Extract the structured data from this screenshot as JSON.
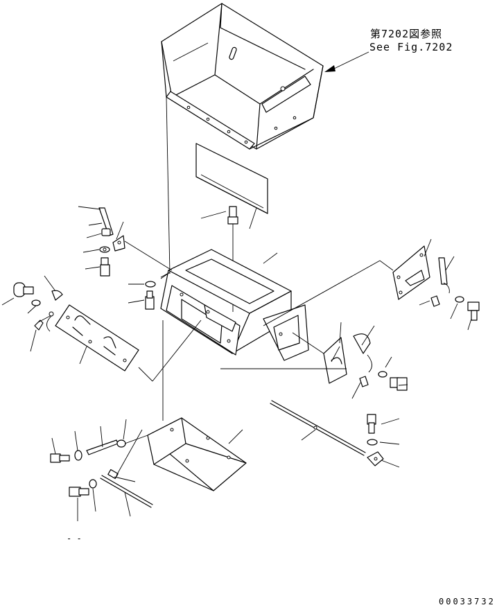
{
  "reference": {
    "line1": "第7202図参照",
    "line2": "See Fig.7202"
  },
  "drawing_code": "00033732",
  "corner_mark": "- -"
}
